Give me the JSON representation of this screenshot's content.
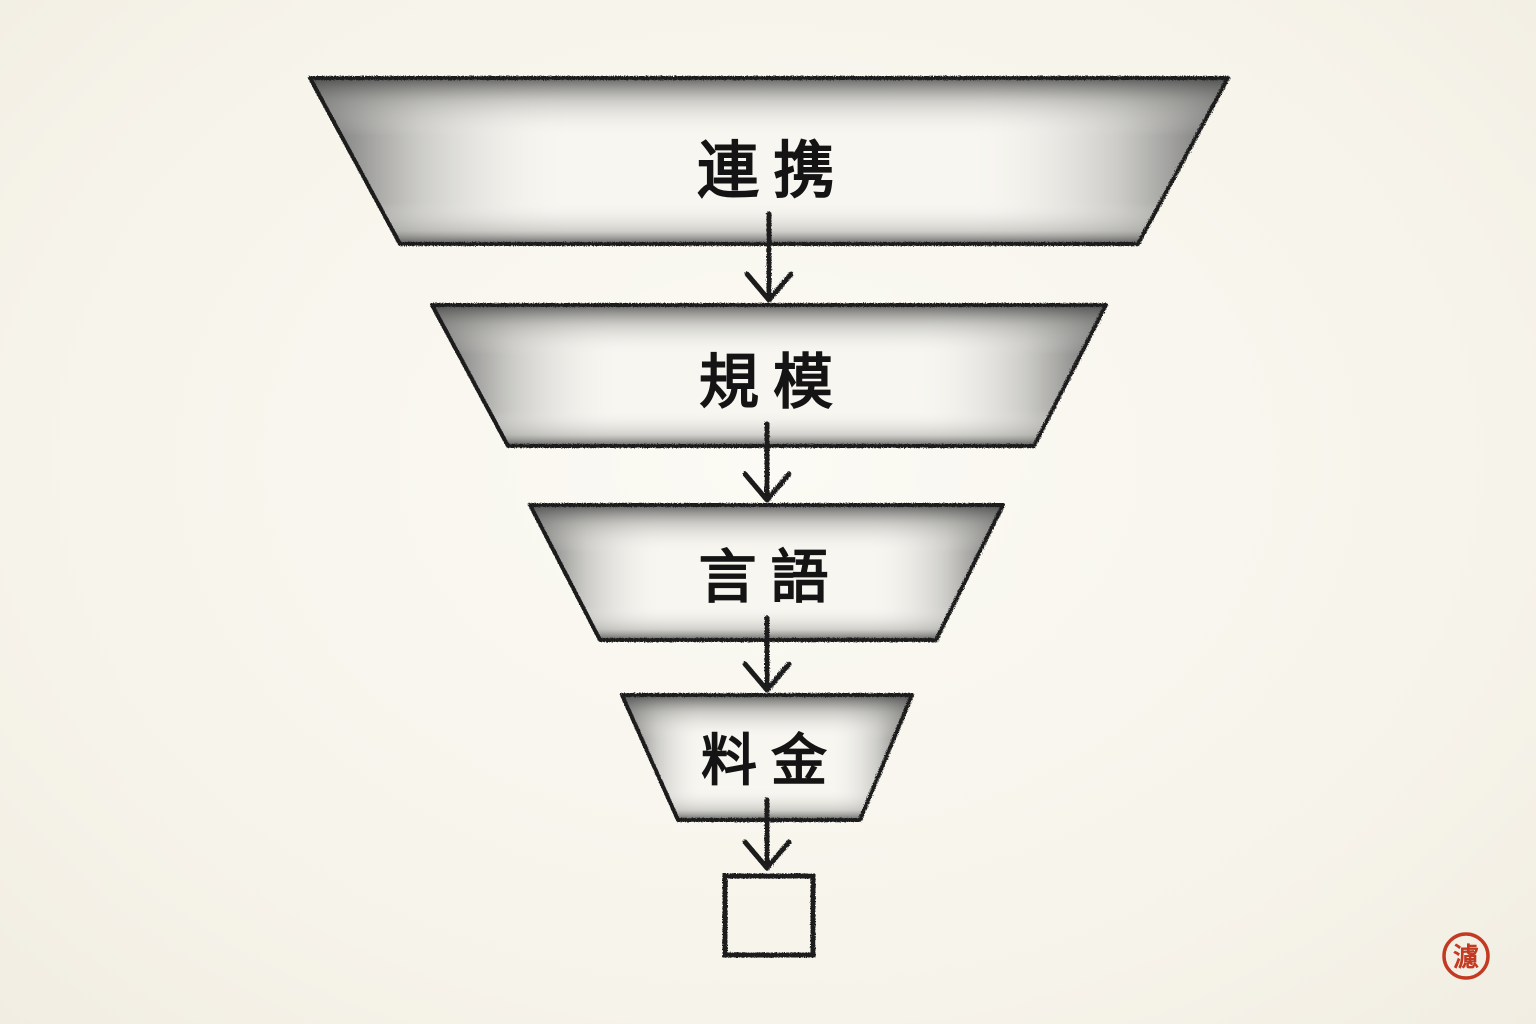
{
  "funnel": {
    "stages": [
      {
        "label": "連携"
      },
      {
        "label": "規模"
      },
      {
        "label": "言語"
      },
      {
        "label": "料金"
      }
    ],
    "result_box": {
      "label": ""
    }
  },
  "seal": {
    "text": "濾",
    "color": "#c23a22"
  },
  "colors": {
    "ink": "#1a1a1a",
    "paper": "#f8f6ef",
    "wash_light": "#f7f6f1",
    "wash_dark": "#6e6e6e"
  }
}
